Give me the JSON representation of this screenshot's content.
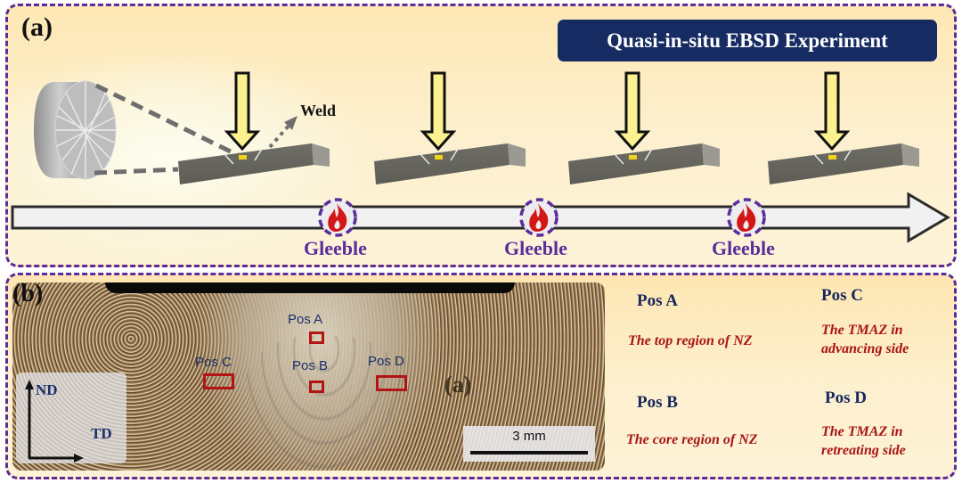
{
  "panel_a": {
    "label": "(a)",
    "title": "Quasi-in-situ EBSD Experiment",
    "weld_label": "Weld",
    "gleeble_labels": [
      "Gleeble",
      "Gleeble",
      "Gleeble"
    ],
    "specimen_count": 4,
    "icons": {
      "ebsd_detector": "ebsd-pattern-disc-icon",
      "beam": "down-arrow-icon",
      "heating": "flame-icon",
      "timeline": "right-arrow-icon"
    }
  },
  "panel_b": {
    "label": "(b)",
    "micrograph": {
      "positions": [
        {
          "id": "A",
          "tag": "Pos A"
        },
        {
          "id": "B",
          "tag": "Pos B"
        },
        {
          "id": "C",
          "tag": "Pos C"
        },
        {
          "id": "D",
          "tag": "Pos D"
        }
      ],
      "axis_vertical": "ND",
      "axis_horizontal": "TD",
      "scale_bar": "3 mm",
      "ghost_label": "(a)"
    },
    "legend": [
      {
        "title": "Pos A",
        "desc": "The top region of NZ"
      },
      {
        "title": "Pos B",
        "desc": "The core region of NZ"
      },
      {
        "title": "Pos C",
        "desc_lines": [
          "The TMAZ in",
          "advancing side"
        ]
      },
      {
        "title": "Pos D",
        "desc_lines": [
          "The TMAZ in",
          "retreating side"
        ]
      }
    ]
  },
  "colors": {
    "frame": "#5b2d9b",
    "banner": "#172b63",
    "roi": "#b31414",
    "desc_text": "#a81414",
    "title_text": "#16285c"
  }
}
